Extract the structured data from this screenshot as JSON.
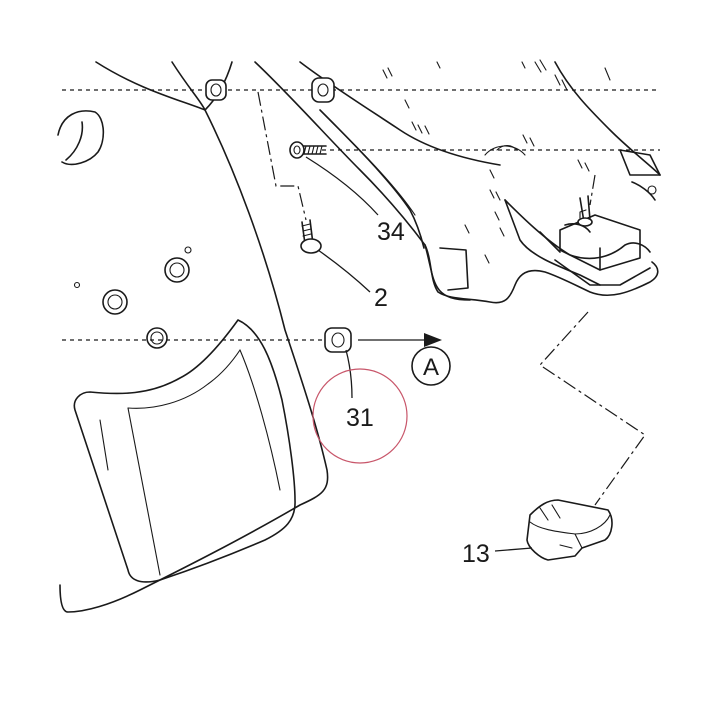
{
  "callouts": {
    "part_34": "34",
    "part_2": "2",
    "part_31": "31",
    "part_13": "13"
  },
  "view_marker": {
    "letter": "A"
  },
  "colors": {
    "line": "#1a1a1a",
    "highlight_circle": "#c8566a",
    "background": "#ffffff"
  }
}
